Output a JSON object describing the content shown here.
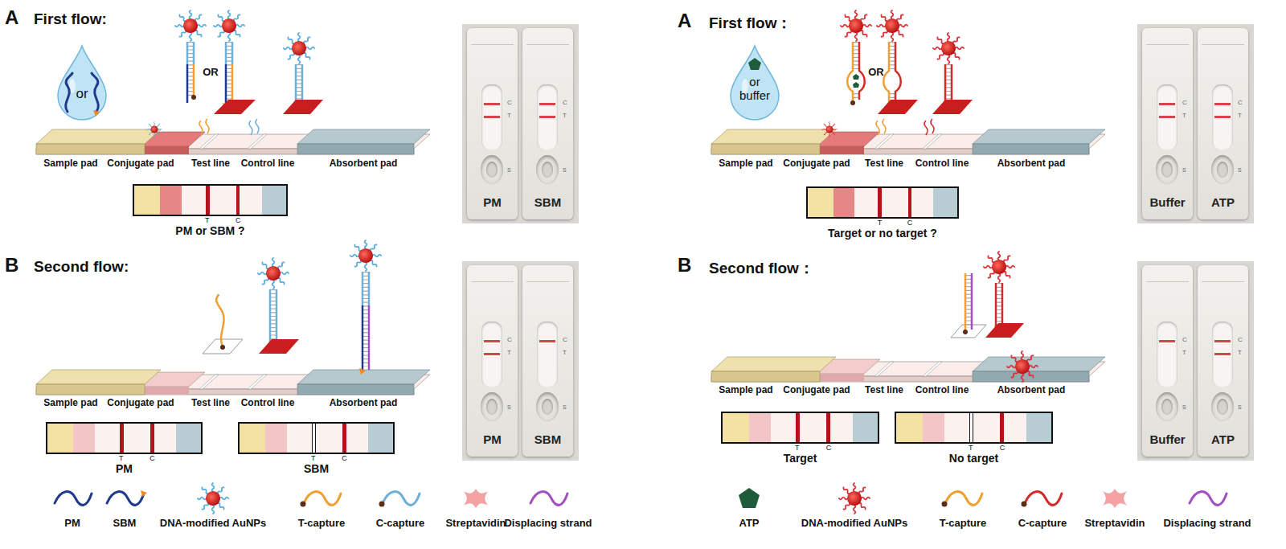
{
  "diagram": {
    "nodes": [
      {
        "text": [
          "or"
        ]
      },
      {
        "text": [
          "T",
          "C",
          "PM or SBM ?"
        ]
      },
      {
        "text": [
          "C",
          "T",
          "S",
          "PM"
        ]
      },
      {
        "text": [
          "C",
          "T",
          "S",
          "SBM"
        ]
      },
      {
        "text": [
          "T",
          "C",
          "PM"
        ]
      },
      {
        "text": [
          "T",
          "C",
          "SBM"
        ]
      },
      {
        "text": [
          "C",
          "T",
          "S",
          "PM"
        ]
      },
      {
        "text": [
          "C",
          "T",
          "S",
          "SBM"
        ]
      },
      {
        "text": [
          "or buffer"
        ]
      },
      {
        "text": [
          "T",
          "C",
          "Target or no target ?"
        ]
      },
      {
        "text": [
          "C",
          "T",
          "S",
          "Buffer"
        ]
      },
      {
        "text": [
          "C",
          "T",
          "S",
          "ATP"
        ]
      },
      {
        "text": [
          "T",
          "C",
          "Target"
        ]
      },
      {
        "text": [
          "T",
          "C",
          "No target"
        ]
      },
      {
        "text": [
          "C",
          "T",
          "S",
          "Buffer"
        ]
      },
      {
        "text": [
          "C",
          "T",
          "S",
          "ATP"
        ]
      }
    ],
    "labels": [
      "A",
      "First flow:",
      "OR",
      "Sample pad",
      "Conjugate pad",
      "Test line",
      "Control line",
      "Absorbent pad",
      "B",
      "Second flow:",
      "Sample pad",
      "Conjugate pad",
      "Test line",
      "Control line",
      "Absorbent pad",
      "A",
      "First flow：",
      "OR",
      "Sample pad",
      "Conjugate pad",
      "Test line",
      "Control line",
      "Absorbent pad",
      "B",
      "Second flow：",
      "Sample pad",
      "Conjugate pad",
      "Test line",
      "Control line",
      "Absorbent pad"
    ],
    "legend": [
      {
        "text": "PM"
      },
      {
        "text": "SBM"
      },
      {
        "text": "DNA-modified AuNPs"
      },
      {
        "text": "T-capture"
      },
      {
        "text": "C-capture"
      },
      {
        "text": "Streptavidin"
      },
      {
        "text": "Displacing strand"
      },
      {
        "text": "ATP"
      },
      {
        "text": "DNA-modified AuNPs"
      },
      {
        "text": "T-capture"
      },
      {
        "text": "C-capture"
      },
      {
        "text": "Streptavidin"
      },
      {
        "text": "Displacing strand"
      }
    ]
  }
}
